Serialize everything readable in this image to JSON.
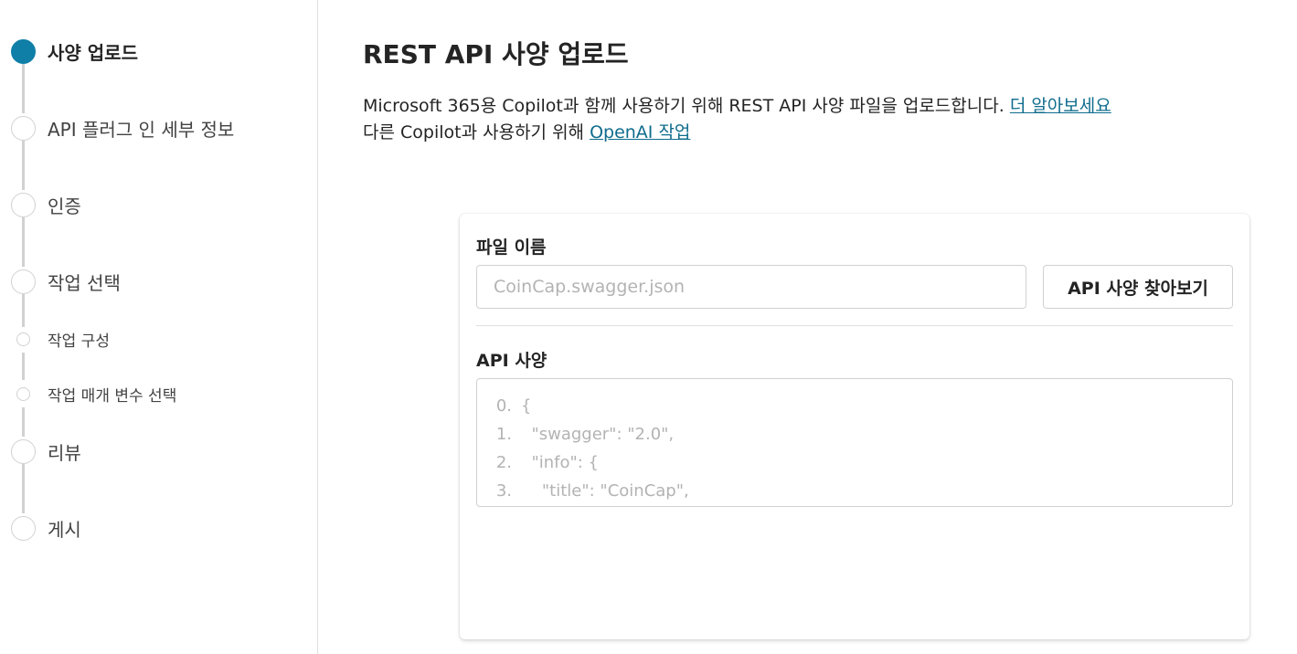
{
  "steps": [
    {
      "label": "사양 업로드",
      "state": "active"
    },
    {
      "label": "API 플러그 인 세부 정보",
      "state": "pending"
    },
    {
      "label": "인증",
      "state": "pending"
    },
    {
      "label": "작업 선택",
      "state": "pending"
    },
    {
      "label": "작업 구성",
      "state": "pending",
      "sub": true
    },
    {
      "label": "작업 매개 변수 선택",
      "state": "pending",
      "sub": true
    },
    {
      "label": "리뷰",
      "state": "pending"
    },
    {
      "label": "게시",
      "state": "pending"
    }
  ],
  "main": {
    "title": "REST API 사양 업로드",
    "desc_line1": "Microsoft 365용 Copilot과 함께 사용하기 위해 REST API 사양 파일을 업로드합니다. ",
    "learn_more_link": "더 알아보세요",
    "desc_line2": "다른 Copilot과 사용하기 위해 ",
    "openai_link": "OpenAI 작업"
  },
  "upload_card": {
    "file_name_label": "파일 이름",
    "file_name_placeholder": "CoinCap.swagger.json",
    "browse_button": "API 사양 찾아보기",
    "spec_label": "API 사양",
    "spec_lines": [
      {
        "num": "0.",
        "code": "{"
      },
      {
        "num": "1.",
        "code": "  \"swagger\": \"2.0\","
      },
      {
        "num": "2.",
        "code": "  \"info\": {"
      },
      {
        "num": "3.",
        "code": "    \"title\": \"CoinCap\","
      }
    ]
  },
  "colors": {
    "accent": "#0f7fa8",
    "link": "#0f6c8d",
    "border": "#d1d1d1",
    "placeholder": "#b3b3b3"
  }
}
